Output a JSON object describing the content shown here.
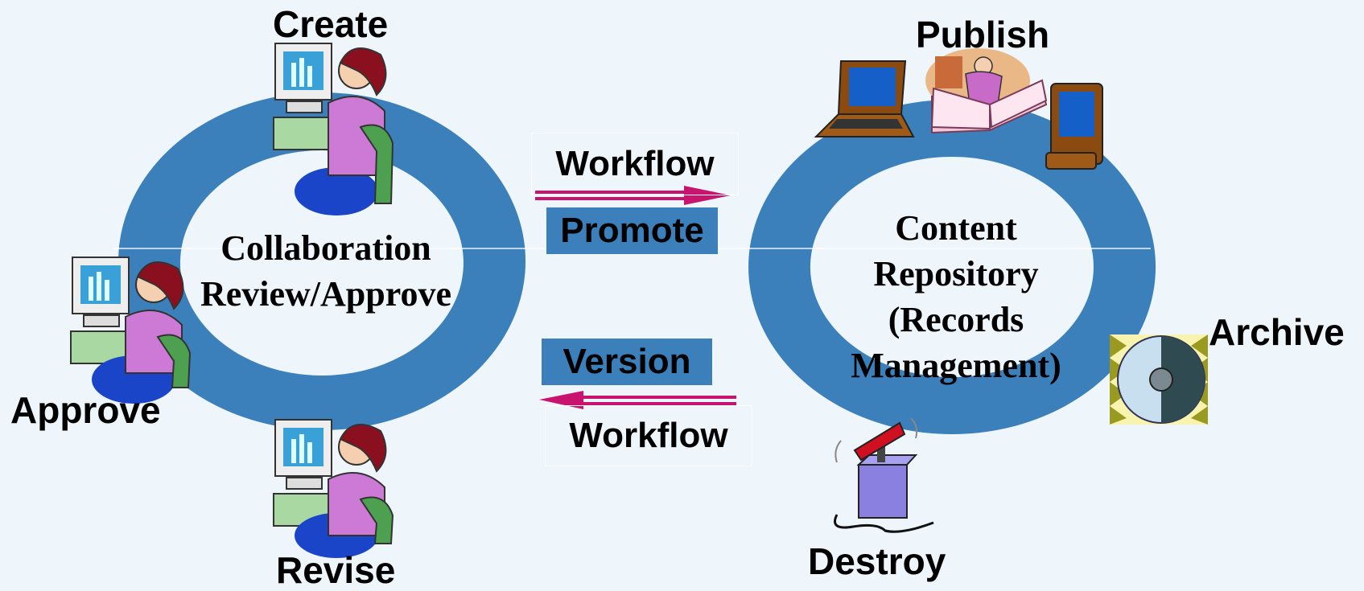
{
  "left_cycle": {
    "center_line1": "Collaboration",
    "center_line2": "Review/Approve",
    "steps": {
      "create": "Create",
      "approve": "Approve",
      "revise": "Revise"
    }
  },
  "right_cycle": {
    "center_lines": [
      "Content",
      "Repository",
      "(Records",
      "Management)"
    ],
    "steps": {
      "publish": "Publish",
      "archive": "Archive",
      "destroy": "Destroy"
    }
  },
  "transitions": {
    "forward_workflow": "Workflow",
    "promote": "Promote",
    "version": "Version",
    "back_workflow": "Workflow"
  },
  "colors": {
    "ring": "#3b80bb",
    "arrow": "#c8146e",
    "background": "#eef5fb"
  }
}
